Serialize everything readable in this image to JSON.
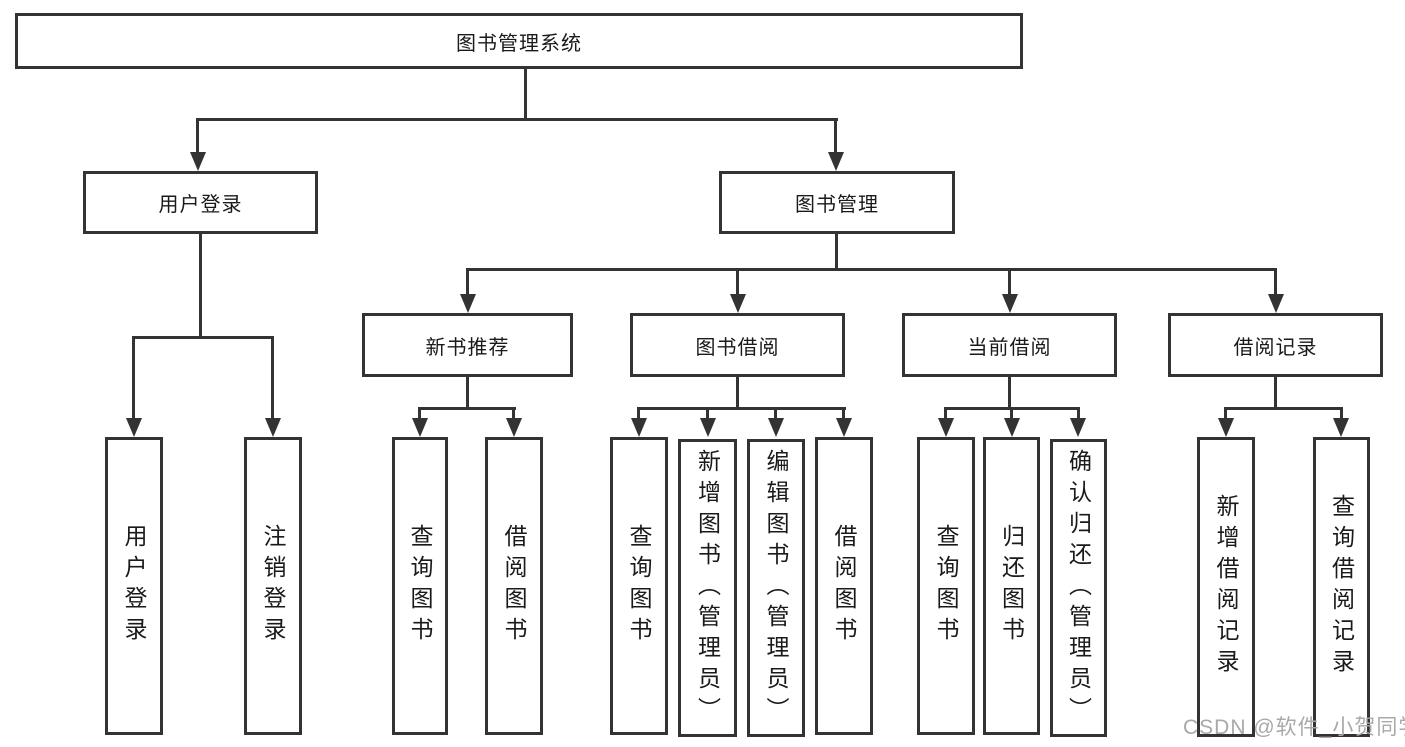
{
  "tree": {
    "label": "图书管理系统",
    "children": [
      {
        "label": "用户登录",
        "children": [
          {
            "label": "用户登录"
          },
          {
            "label": "注销登录"
          }
        ]
      },
      {
        "label": "图书管理",
        "children": [
          {
            "label": "新书推荐",
            "children": [
              {
                "label": "查询图书"
              },
              {
                "label": "借阅图书"
              }
            ]
          },
          {
            "label": "图书借阅",
            "children": [
              {
                "label": "查询图书"
              },
              {
                "label": "新增图书（管理员）"
              },
              {
                "label": "编辑图书（管理员）"
              },
              {
                "label": "借阅图书"
              }
            ]
          },
          {
            "label": "当前借阅",
            "children": [
              {
                "label": "查询图书"
              },
              {
                "label": "归还图书"
              },
              {
                "label": "确认归还（管理员）"
              }
            ]
          },
          {
            "label": "借阅记录",
            "children": [
              {
                "label": "新增借阅记录"
              },
              {
                "label": "查询借阅记录"
              }
            ]
          }
        ]
      }
    ]
  },
  "watermark": {
    "text": "CSDN @软件_小贺同学"
  },
  "colors": {
    "line": "#333333",
    "text": "#1a1a1a",
    "background": "#ffffff",
    "watermark": "#a9a9a9"
  }
}
